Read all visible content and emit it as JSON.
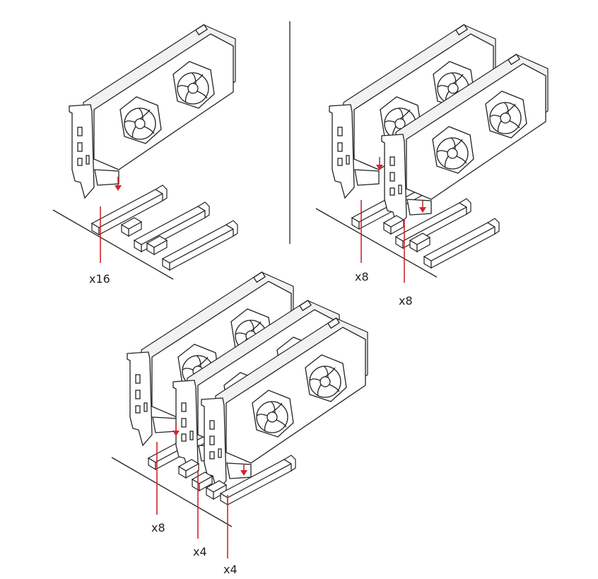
{
  "diagram": {
    "colors": {
      "line": "#222222",
      "accent": "#d2252f",
      "background": "#ffffff"
    },
    "scenes": [
      {
        "labels": [
          "x16"
        ]
      },
      {
        "labels": [
          "x8",
          "x8"
        ]
      },
      {
        "labels": [
          "x8",
          "x4",
          "x4"
        ]
      }
    ]
  }
}
